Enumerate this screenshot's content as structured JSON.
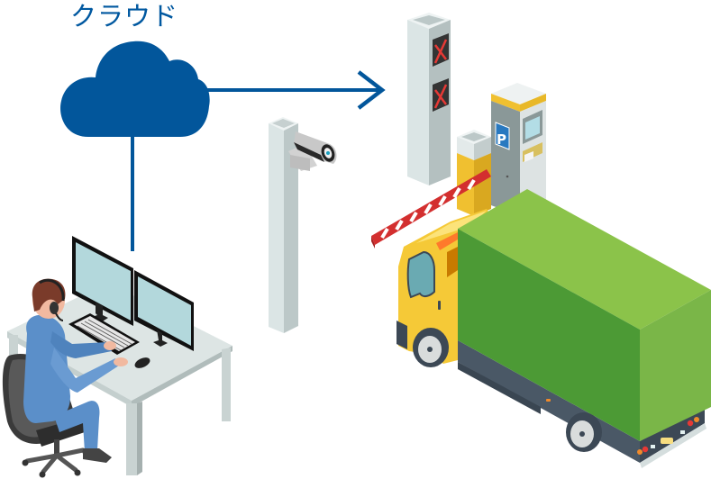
{
  "cloud": {
    "label": "クラウド",
    "color": "#02569b"
  },
  "connectors": {
    "color": "#02569b",
    "cloud_to_operator": "line",
    "cloud_to_gate": "arrow"
  },
  "operator_station": {
    "monitors": 2,
    "peripherals": [
      "keyboard",
      "mouse",
      "headset"
    ],
    "colors": {
      "screen": "#b3d8dc",
      "desk": "#dde5e4",
      "shirt": "#5b8fc9",
      "hair": "#7a3b2a",
      "chair": "#555555"
    }
  },
  "camera_pole": {
    "colors": {
      "pole": "#d9e3e3",
      "camera": "#c8c8c8"
    }
  },
  "gate": {
    "signal_pillar_indicators": [
      "red-x",
      "red-x"
    ],
    "indicator_color": "#e53935",
    "barrier_colors": [
      "#d32f2f",
      "#ffffff"
    ],
    "barrier_housing_color": "#f0c030",
    "payment_machine_sign": "P",
    "sign_color": "#2979c0"
  },
  "truck": {
    "cab_color": "#f5c937",
    "cargo_top": "#8bc34a",
    "cargo_side": "#4c9a35",
    "cargo_front": "#7ab648",
    "chassis": "#4a5866"
  }
}
